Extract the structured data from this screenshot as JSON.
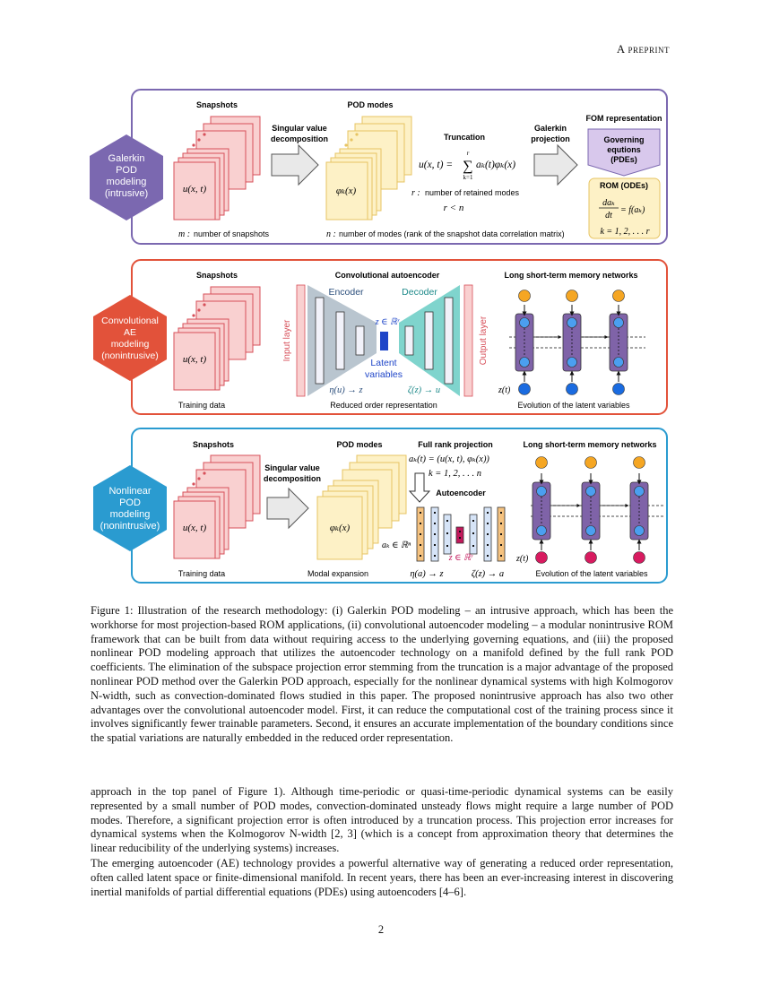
{
  "header": {
    "label": "A preprint"
  },
  "panel1": {
    "hex_lines": [
      "Galerkin",
      "POD",
      "modeling",
      "(intrusive)"
    ],
    "snapshots_title": "Snapshots",
    "snapshot_math": "u(x, t)",
    "svd_lines": [
      "Singular value",
      "decomposition"
    ],
    "pod_title": "POD modes",
    "pod_math": "φₖ(x)",
    "truncation_title": "Truncation",
    "trunc_eq_left": "u(x, t) =",
    "trunc_sum_top": "r",
    "trunc_sum_sym": "∑",
    "trunc_sum_bottom": "k=1",
    "trunc_eq_right": "aₖ(t)φₖ(x)",
    "r_label_var": "r :",
    "r_label_text": "number of retained modes",
    "r_lt_n": "r < n",
    "galerkin_lines": [
      "Galerkin",
      "projection"
    ],
    "fom_title": "FOM representation",
    "fom_box_lines": [
      "Governing",
      "equtions",
      "(PDEs)"
    ],
    "rom_title": "ROM (ODEs)",
    "rom_eq_num": "daₖ",
    "rom_eq_den": "dt",
    "rom_eq_rhs": "= f(aₖ)",
    "rom_k": "k = 1, 2, . . . r",
    "m_var": "m :",
    "m_text": "number of snapshots",
    "n_var": "n :",
    "n_text": "number of modes (rank of the snapshot data correlation matrix)"
  },
  "panel2": {
    "hex_lines": [
      "Convolutional",
      "AE",
      "modeling",
      "(nonintrusive)"
    ],
    "snapshots_title": "Snapshots",
    "snapshot_math": "u(x, t)",
    "training_label": "Training data",
    "cae_title": "Convolutional autoencoder",
    "encoder": "Encoder",
    "decoder": "Decoder",
    "input_layer": "Input layer",
    "output_layer": "Output layer",
    "z_label": "z ∈ ℝʳ",
    "latent_lines": [
      "Latent",
      "variables"
    ],
    "eta": "η(u) → z",
    "zeta": "ζ(z) → u",
    "reduced_label": "Reduced order representation",
    "lstm_title": "Long short-term memory networks",
    "zt": "z(t)",
    "evolution_label": "Evolution of the latent variables"
  },
  "panel3": {
    "hex_lines": [
      "Nonlinear",
      "POD",
      "modeling",
      "(nonintrusive)"
    ],
    "snapshots_title": "Snapshots",
    "snapshot_math": "u(x, t)",
    "training_label": "Training data",
    "svd_lines": [
      "Singular value",
      "decomposition"
    ],
    "pod_title": "POD modes",
    "pod_math": "φₖ(x)",
    "modal_label": "Modal expansion",
    "frp_title": "Full rank projection",
    "frp_eq": "aₖ(t) = (u(x, t), φₖ(x))",
    "frp_k": "k = 1, 2, . . . n",
    "ae_title": "Autoencoder",
    "ak_label": "aₖ ∈ ℝⁿ",
    "z_label": "z ∈ ℝʳ",
    "eta": "η(a) → z",
    "zeta": "ζ(z) → a",
    "lstm_title": "Long short-term memory networks",
    "zt": "z(t)",
    "evolution_label": "Evolution of the latent variables"
  },
  "colors": {
    "purple": "#7b68b0",
    "red": "#e2523a",
    "blue": "#2a9bd0",
    "snapshot_fill": "#f9d0d0",
    "snapshot_stroke": "#d7505a",
    "pod_fill": "#fdf1c6",
    "pod_stroke": "#e7c463"
  },
  "caption": "Figure 1: Illustration of the research methodology: (i) Galerkin POD modeling – an intrusive approach, which has been the workhorse for most projection-based ROM applications, (ii) convolutional autoencoder modeling – a modular nonintrusive ROM framework that can be built from data without requiring access to the underlying governing equations, and (iii) the proposed nonlinear POD modeling approach that utilizes the autoencoder technology on a manifold defined by the full rank POD coefficients. The elimination of the subspace projection error stemming from the truncation is a major advantage of the proposed nonlinear POD method over the Galerkin POD approach, especially for the nonlinear dynamical systems with high Kolmogorov N-width, such as convection-dominated flows studied in this paper. The proposed nonintrusive approach has also two other advantages over the convolutional autoencoder model. First, it can reduce the computational cost of the training process since it involves significantly fewer trainable parameters. Second, it ensures an accurate implementation of the boundary conditions since the spatial variations are naturally embedded in the reduced order representation.",
  "body": {
    "p1": "approach in the top panel of Figure 1). Although time-periodic or quasi-time-periodic dynamical systems can be easily represented by a small number of POD modes, convection-dominated unsteady flows might require a large number of POD modes. Therefore, a significant projection error is often introduced by a truncation process. This projection error increases for dynamical systems when the Kolmogorov N-width [2, 3] (which is a concept from approximation theory that determines the linear reducibility of the underlying systems) increases.",
    "p2": "The emerging autoencoder (AE) technology provides a powerful alternative way of generating a reduced order representation, often called latent space or finite-dimensional manifold. In recent years, there has been an ever-increasing interest in discovering inertial manifolds of partial differential equations (PDEs) using autoencoders [4–6]."
  },
  "page_number": "2"
}
